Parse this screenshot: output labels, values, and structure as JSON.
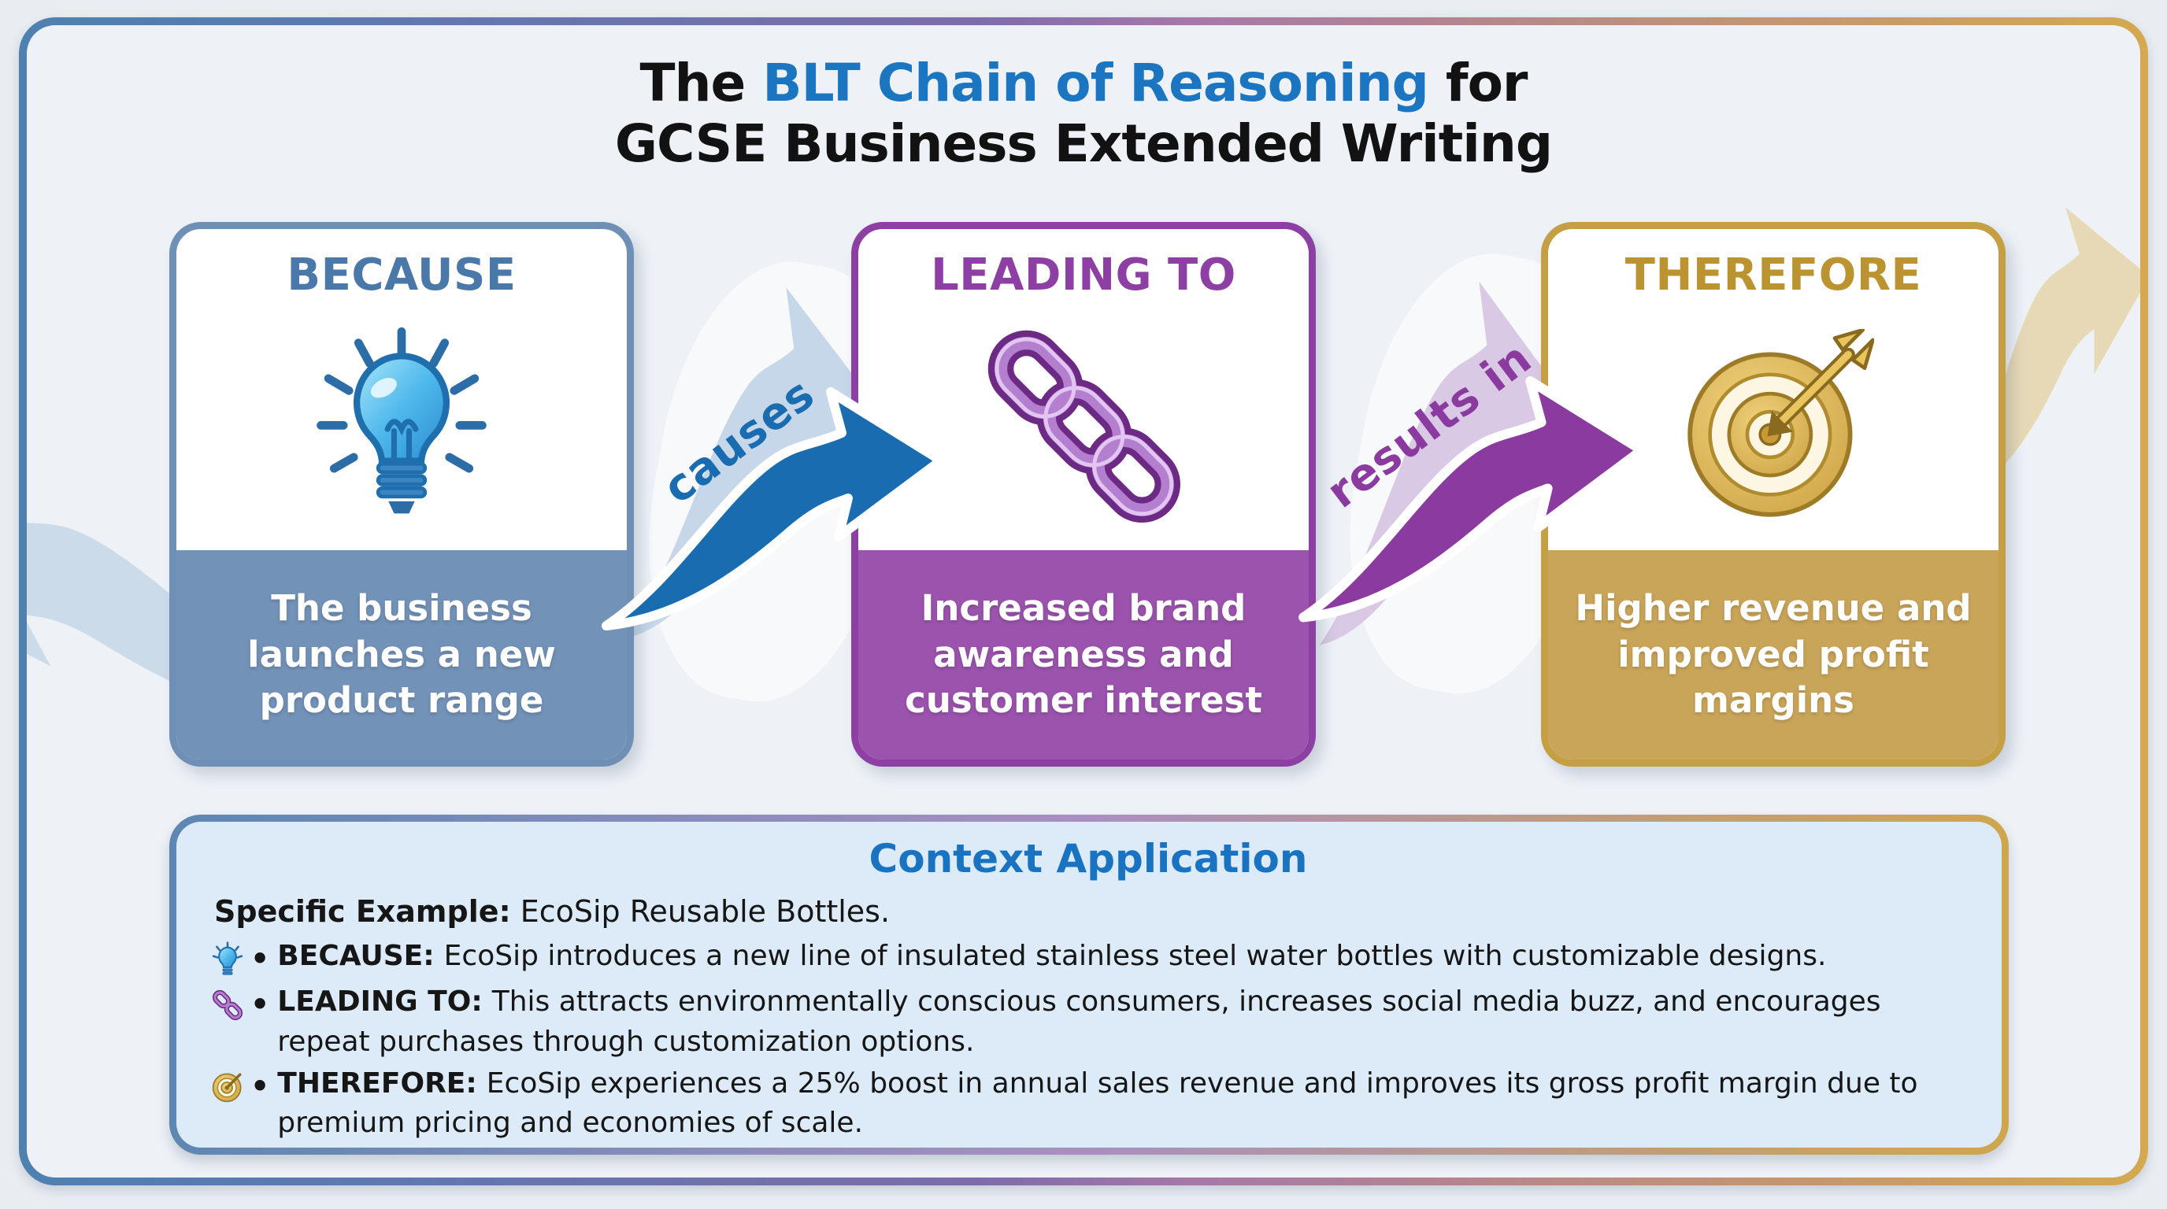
{
  "title": {
    "part1": "The ",
    "highlight": "BLT Chain of Reasoning",
    "part2": " for",
    "line2": "GCSE Business Extended Writing"
  },
  "cards": [
    {
      "heading": "BECAUSE",
      "icon": "lightbulb-icon",
      "body": "The business launches a new product range"
    },
    {
      "heading": "LEADING TO",
      "icon": "chain-icon",
      "body": "Increased brand awareness and customer interest"
    },
    {
      "heading": "THEREFORE",
      "icon": "target-icon",
      "body": "Higher revenue and improved profit margins"
    }
  ],
  "arrows": [
    {
      "label": "causes"
    },
    {
      "label": "results in"
    }
  ],
  "context": {
    "title": "Context Application",
    "example_label": "Specific Example:",
    "example_text": "EcoSip Reusable Bottles.",
    "bullet_char": "•",
    "bullets": [
      {
        "icon": "lightbulb-icon",
        "label": "BECAUSE:",
        "text": "EcoSip introduces a new line of insulated stainless steel water bottles with customizable designs."
      },
      {
        "icon": "chain-icon",
        "label": "LEADING TO:",
        "text": "This attracts environmentally conscious consumers, increases social media buzz, and encourages repeat purchases through customization options."
      },
      {
        "icon": "target-icon",
        "label": "THEREFORE:",
        "text": "EcoSip experiences a 25% boost in annual sales revenue and improves its gross profit margin due to premium pricing and economies of scale."
      }
    ]
  },
  "colors": {
    "title-blue": "#1c75c0",
    "because-border": "#6f8fb4",
    "because-head": "#4a78a8",
    "because-fill": "#7392b8",
    "leading-border": "#8d3fa3",
    "leading-head": "#8d3fa3",
    "leading-fill": "#9b53ad",
    "therefore-border": "#c49f44",
    "therefore-head": "#bb9331",
    "therefore-fill": "#c9a559",
    "arrow-blue": "#1a6cb0",
    "arrow-purple": "#8b3aa0",
    "context-fill": "#dcebf7",
    "context-title": "#1a73c0"
  }
}
